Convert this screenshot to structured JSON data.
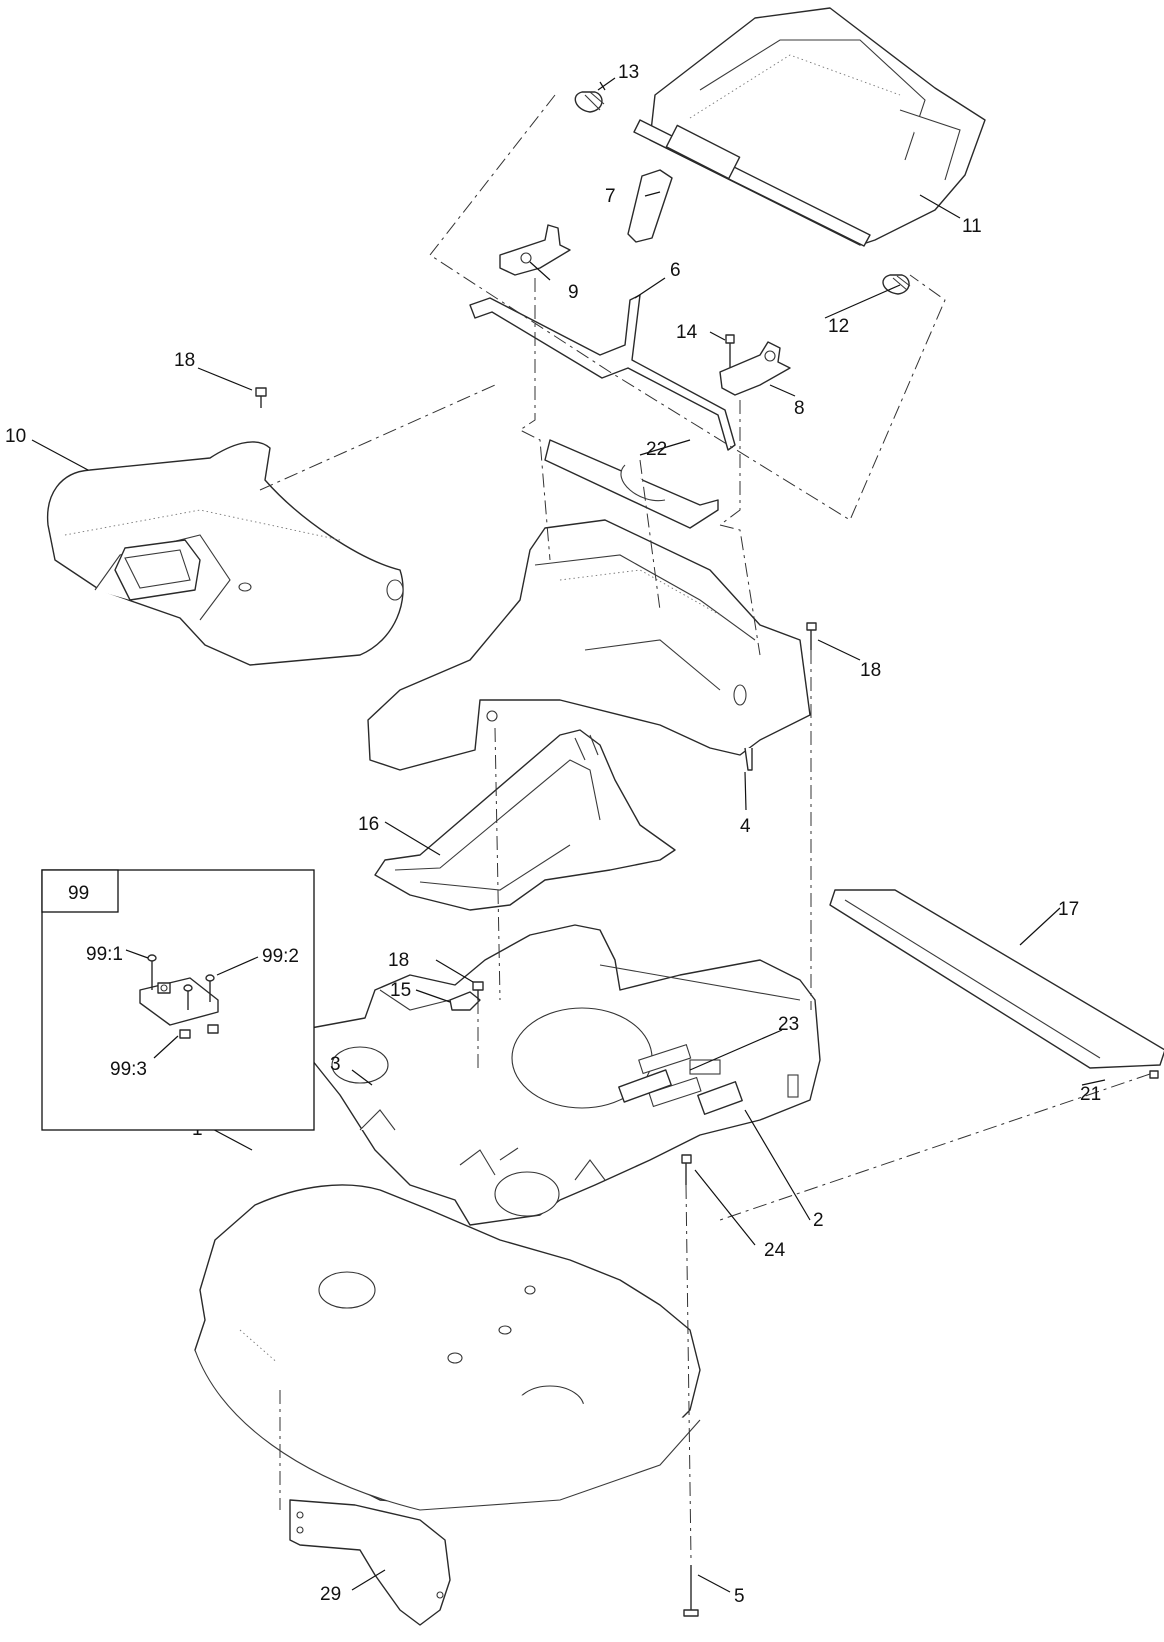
{
  "diagram": {
    "callouts": {
      "c1": "1",
      "c2": "2",
      "c3": "3",
      "c4": "4",
      "c5": "5",
      "c6": "6",
      "c7": "7",
      "c8": "8",
      "c9": "9",
      "c10": "10",
      "c11": "11",
      "c12": "12",
      "c13": "13",
      "c14": "14",
      "c15": "15",
      "c16": "16",
      "c17": "17",
      "c18a": "18",
      "c18b": "18",
      "c18c": "18",
      "c21": "21",
      "c22": "22",
      "c23": "23",
      "c24": "24",
      "c29": "29"
    },
    "inset": {
      "title": "99",
      "c99_1": "99:1",
      "c99_2": "99:2",
      "c99_3": "99:3"
    }
  }
}
